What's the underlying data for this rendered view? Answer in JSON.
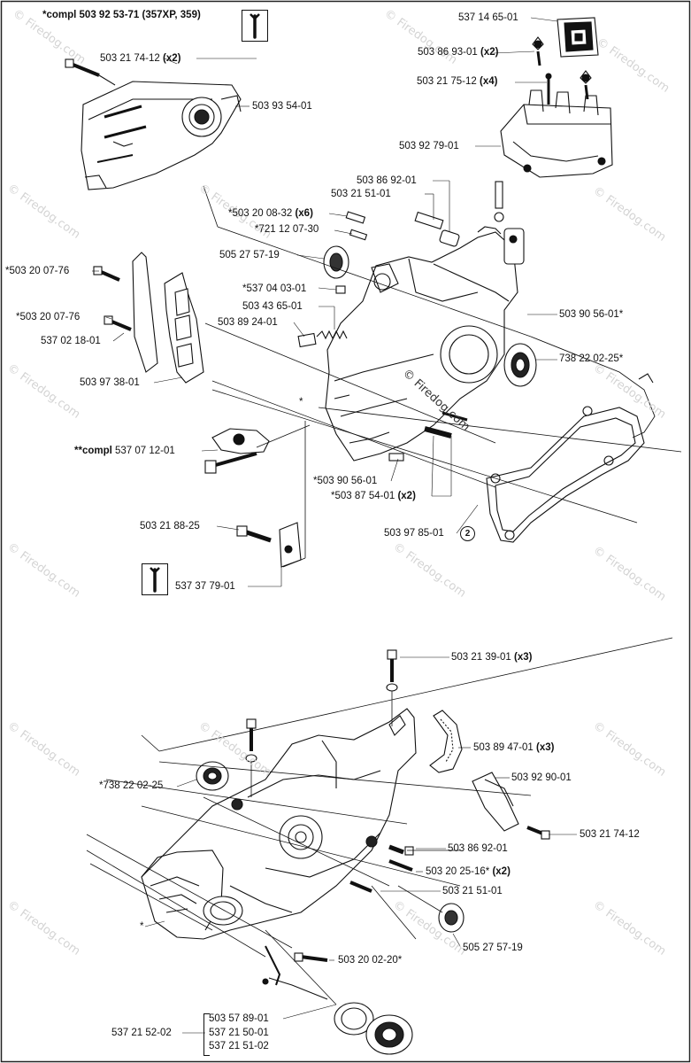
{
  "watermark": "© Firedog.com",
  "stamp": "© Firedog.com",
  "circled_number": "2",
  "labels": {
    "compl_top": {
      "prefix": "*compl 503 92 53-71 (",
      "bold": "357XP, 359",
      "suffix": ")"
    },
    "p503217412x2": {
      "text": "503 21 74-12 ",
      "bold": "(x2)"
    },
    "p5039354": {
      "text": "503 93 54-01"
    },
    "p5371465": {
      "text": "537 14 65-01"
    },
    "p5038693x2": {
      "text": "503 86 93-01 ",
      "bold": "(x2)"
    },
    "p5032175x4": {
      "text": "503 21 75-12 ",
      "bold": "(x4)"
    },
    "p5039279": {
      "text": "503 92 79-01"
    },
    "p5038692a": {
      "text": "503 86 92-01"
    },
    "p5032151a": {
      "text": "503 21 51-01"
    },
    "p5032008x6": {
      "text": "*503 20 08-32 ",
      "bold": "(x6)"
    },
    "p7211207": {
      "text": "*721 12 07-30"
    },
    "p5052757a": {
      "text": "505 27 57-19"
    },
    "p5032007a": {
      "text": "*503 20 07-76"
    },
    "p5370403": {
      "text": "*537 04 03-01"
    },
    "p5034365": {
      "text": "503 43 65-01"
    },
    "p5032007b": {
      "text": "*503 20 07-76"
    },
    "p5038924": {
      "text": "503 89 24-01"
    },
    "p5370218": {
      "text": "537 02 18-01"
    },
    "p5039056a": {
      "text": "503 90 56-01*"
    },
    "p7382202a": {
      "text": "738 22 02-25*"
    },
    "p5039738": {
      "text": "503 97 38-01"
    },
    "star_mid": {
      "text": "*"
    },
    "compl_mid": {
      "prefix": "**compl ",
      "text": "537 07 12-01"
    },
    "p5039056b": {
      "text": "*503 90 56-01"
    },
    "p5038754x2": {
      "text": "*503 87 54-01 ",
      "bold": "(x2)"
    },
    "p5032188": {
      "text": "503 21 88-25"
    },
    "p5039785": {
      "text": "503 97 85-01"
    },
    "p5373779": {
      "text": "537 37 79-01"
    },
    "p5032139x3": {
      "text": "503 21 39-01 ",
      "bold": "(x3)"
    },
    "p5038947x3": {
      "text": "503 89 47-01 ",
      "bold": "(x3)"
    },
    "p5039290": {
      "text": "503 92 90-01"
    },
    "p7382202b": {
      "text": "*738 22 02-25"
    },
    "p5032174b": {
      "text": "503 21 74-12"
    },
    "p5038692b": {
      "text": "503 86 92-01"
    },
    "p5032025x2": {
      "text": "503 20 25-16* ",
      "bold": "(x2)"
    },
    "p5032151b": {
      "text": "503 21 51-01"
    },
    "star_low": {
      "text": "*"
    },
    "p5052757b": {
      "text": "505 27 57-19"
    },
    "p5032002": {
      "text": "503 20 02-20*"
    },
    "p5035789": {
      "text": "503 57 89-01"
    },
    "p5372152": {
      "text": "537 21 52-02"
    },
    "p5372150": {
      "text": "537 21 50-01"
    },
    "p5372151": {
      "text": "537 21 51-02"
    }
  }
}
